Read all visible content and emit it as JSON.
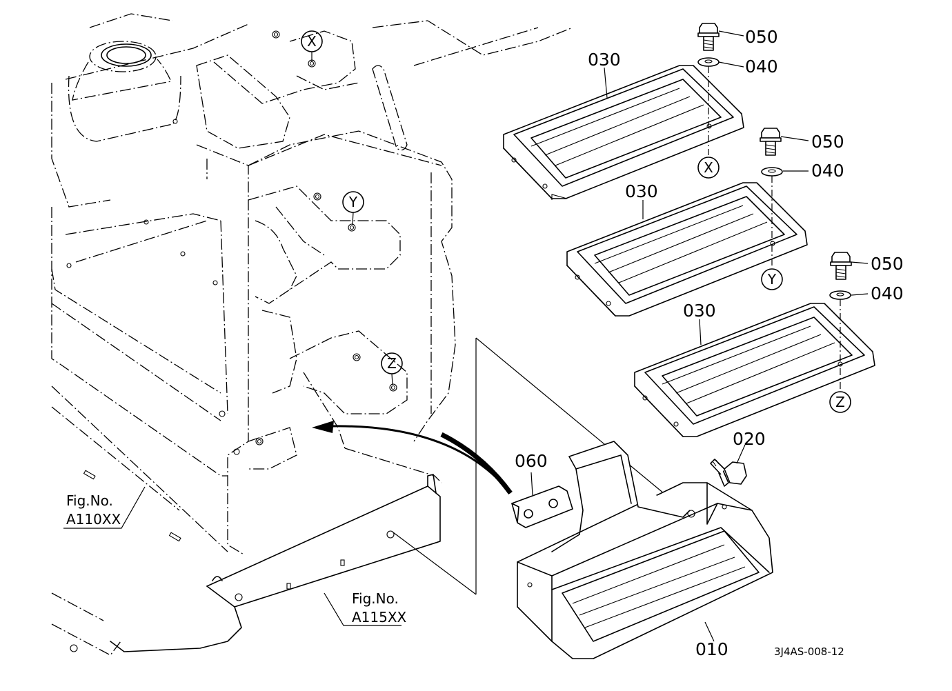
{
  "figure_code": "3J4AS-008-12",
  "references": [
    {
      "line1": "Fig.No.",
      "line2": "A110XX"
    },
    {
      "line1": "Fig.No.",
      "line2": "A115XX"
    }
  ],
  "markers": [
    "X",
    "Y",
    "Z",
    "X",
    "Y",
    "Z"
  ],
  "callouts": [
    "050",
    "040",
    "030",
    "050",
    "040",
    "030",
    "050",
    "040",
    "030",
    "060",
    "020",
    "010"
  ]
}
